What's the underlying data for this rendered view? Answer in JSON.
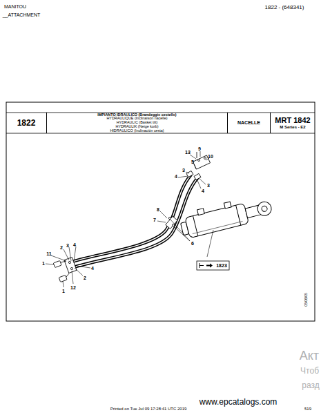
{
  "diagram": {
    "title": "1822 - (648341)",
    "nodes": [
      {
        "text": [
          "1822"
        ]
      },
      {
        "text": [
          "IMPIANTO IDRAULICO (Brandeggio cestello)",
          "HYDRAULIQUE (Inclinaison nacelle)",
          "HYDRAULIC (Basket tilt)",
          "HYDRAULIK (Neige korb)",
          "HIDRAULICO (Inclinación cesta)"
        ]
      },
      {
        "text": [
          "NACELLE"
        ]
      },
      {
        "text": [
          "MRT 1842",
          "M Series - E2"
        ]
      },
      {
        "text": [
          "1823"
        ]
      }
    ],
    "labels": [
      "MANITOU",
      "__ATTACHMENT",
      "13",
      "9",
      "10",
      "5",
      "3",
      "4",
      "3",
      "4",
      "8",
      "7",
      "6",
      "11",
      "2",
      "3",
      "4",
      "1",
      "2",
      "4",
      "1",
      "12",
      "05/06/05",
      "Printed on  Tue Jul 09 17:28:41 UTC 2019",
      "www.epcatalogs.com",
      "519",
      "Акт",
      "Чтоб",
      "разд"
    ]
  }
}
